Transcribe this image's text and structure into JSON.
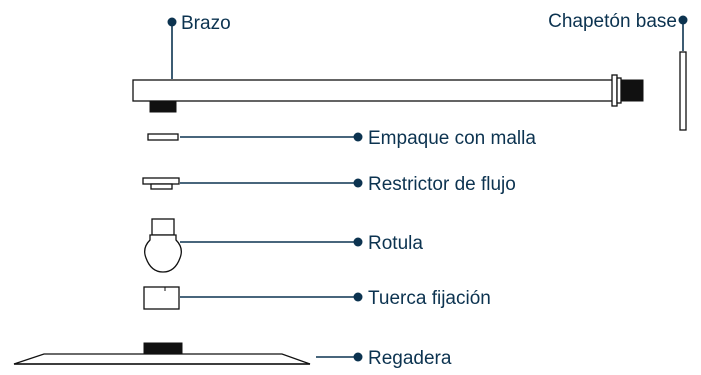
{
  "labels": {
    "brazo": "Brazo",
    "chapeton_base": "Chapetón base",
    "empaque": "Empaque con malla",
    "restrictor": "Restrictor de flujo",
    "rotula": "Rotula",
    "tuerca": "Tuerca fijación",
    "regadera": "Regadera"
  },
  "colors": {
    "callout": "#0c3350",
    "parts": "#111111",
    "background": "#ffffff"
  }
}
